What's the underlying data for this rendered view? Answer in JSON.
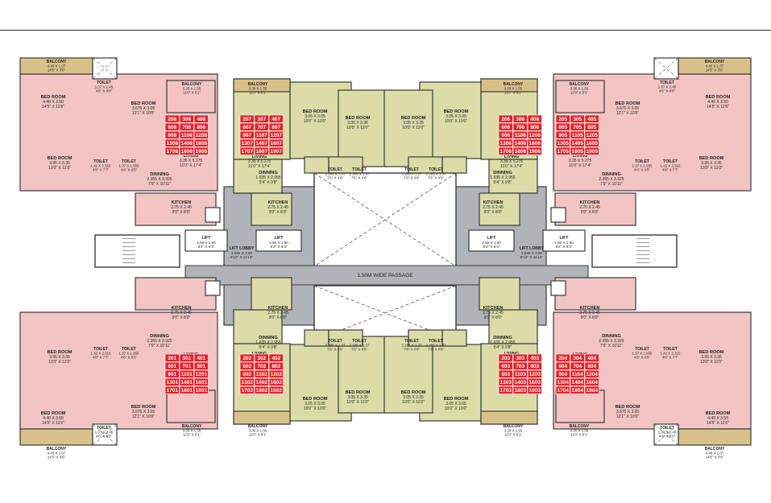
{
  "plan": {
    "passage_label": "1.50M WIDE PASSAGE",
    "colors": {
      "pink_flat": "#f2c4c4",
      "green_flat": "#dcdca8",
      "balcony": "#d9c28a",
      "core": "#b0b4b8",
      "wall": "#3a3a3a",
      "unit_box": "#e0262c"
    },
    "rooms": [
      {
        "id": "balcony-tl",
        "name": "BALCONY",
        "dims": "4.40 X 1.07",
        "imp": "14'5\" X 3'6\""
      },
      {
        "id": "bed-tl-1",
        "name": "BED ROOM",
        "dims": "4.40 X 3.50",
        "imp": "14'5\" X 11'6\""
      },
      {
        "id": "toilet-tl-1",
        "name": "TOILET",
        "dims": "1.37 X 2.45",
        "imp": "4'6\" X 8'0\""
      },
      {
        "id": "bed-tl-2",
        "name": "BED ROOM",
        "dims": "3.675 X 3.05",
        "imp": "12'1\" X 10'0\""
      },
      {
        "id": "balcony-tl-2",
        "name": "BALCONY",
        "dims": "3.35 X 1.55",
        "imp": "11'0\" X 5'1\""
      },
      {
        "id": "bed-tl-3",
        "name": "BED ROOM",
        "dims": "3.95 X 3.35",
        "imp": "13'0\" X 11'0\""
      },
      {
        "id": "toilet-tl-2",
        "name": "TOILET",
        "dims": "1.42 X 2.315",
        "imp": "4'8\" X 7'7\""
      },
      {
        "id": "toilet-tl-3",
        "name": "TOILET",
        "dims": "1.37 X 1.955",
        "imp": "4'6\" X 6'5\""
      },
      {
        "id": "living-tl",
        "name": "LIVING",
        "dims": "3.35 X 5.275",
        "imp": "11'0\" X 17'4\""
      },
      {
        "id": "dinning-tl",
        "name": "DINNING",
        "dims": "2.355 X 3.325",
        "imp": "7'9\" X 10'11\""
      },
      {
        "id": "kitchen-tl",
        "name": "KITCHEN",
        "dims": "2.75 X 2.45",
        "imp": "9'0\" X 8'0\""
      },
      {
        "id": "lift-1",
        "name": "LIFT",
        "dims": "2.50 X 1.90",
        "imp": "8'2\" X 6'3\""
      },
      {
        "id": "lobby-l",
        "name": "LIFT LOBBY",
        "dims": "2.695 X 3.60",
        "imp": "8'10\" X 11'10\""
      },
      {
        "id": "lift-2",
        "name": "LIFT",
        "dims": "2.50 X 1.90",
        "imp": "8'2\" X 6'3\""
      },
      {
        "id": "balcony-g1",
        "name": "BALCONY",
        "dims": "3.35 X 1.55",
        "imp": "11'0\" X 5'1\""
      },
      {
        "id": "living-g1",
        "name": "LIVING",
        "dims": "3.35 X 5.275",
        "imp": "11'0\" X 17'4\""
      },
      {
        "id": "dinning-g1",
        "name": "DINNING",
        "dims": "1.635 X 2.955",
        "imp": "5'4\" X 9'8\""
      },
      {
        "id": "kitchen-g1",
        "name": "KITCHEN",
        "dims": "2.75 X 2.45",
        "imp": "9'0\" X 8'0\""
      },
      {
        "id": "bed-g1",
        "name": "BED ROOM",
        "dims": "3.05 X 3.05",
        "imp": "10'0\" X 10'0\""
      },
      {
        "id": "bed-g2",
        "name": "BED ROOM",
        "dims": "3.05 X 3.35",
        "imp": "10'0\" X 11'0\""
      },
      {
        "id": "toilet-g1",
        "name": "TOILET",
        "dims": "2.285 X 1.37",
        "imp": "7'6\" X 4'6\""
      },
      {
        "id": "toilet-g2",
        "name": "TOILET",
        "dims": "2.285 X 1.37",
        "imp": "7'6\" X 4'6\""
      }
    ],
    "unit_blocks": [
      {
        "id": "ul-a",
        "rows": [
          [
            "208",
            "308",
            "408"
          ],
          [
            "608",
            "708",
            "808"
          ],
          [
            "908",
            "1108",
            "1208"
          ],
          [
            "1308",
            "1408",
            "1608"
          ],
          [
            "1708",
            "1808",
            "1908"
          ]
        ]
      },
      {
        "id": "ul-b",
        "rows": [
          [
            "207",
            "307",
            "407"
          ],
          [
            "607",
            "707",
            "807"
          ],
          [
            "907",
            "1107",
            "1207"
          ],
          [
            "1307",
            "1407",
            "1607"
          ],
          [
            "1707",
            "1807",
            "1907"
          ]
        ]
      },
      {
        "id": "ur-a",
        "rows": [
          [
            "206",
            "306",
            "406"
          ],
          [
            "606",
            "706",
            "806"
          ],
          [
            "906",
            "1106",
            "1206"
          ],
          [
            "1306",
            "1406",
            "1606"
          ],
          [
            "1706",
            "1806",
            "1906"
          ]
        ]
      },
      {
        "id": "ur-b",
        "rows": [
          [
            "205",
            "305",
            "405"
          ],
          [
            "605",
            "705",
            "805"
          ],
          [
            "905",
            "1105",
            "1205"
          ],
          [
            "1305",
            "1405",
            "1605"
          ],
          [
            "1705",
            "1805",
            "1905"
          ]
        ]
      },
      {
        "id": "ll-a",
        "rows": [
          [
            "201",
            "301",
            "401"
          ],
          [
            "601",
            "701",
            "801"
          ],
          [
            "901",
            "1101",
            "1201"
          ],
          [
            "1301",
            "1401",
            "1601"
          ],
          [
            "1701",
            "1801",
            "1901"
          ]
        ]
      },
      {
        "id": "ll-b",
        "rows": [
          [
            "202",
            "302",
            "402"
          ],
          [
            "602",
            "702",
            "802"
          ],
          [
            "902",
            "1102",
            "1202"
          ],
          [
            "1302",
            "1402",
            "1602"
          ],
          [
            "1702",
            "1802",
            "1902"
          ]
        ]
      },
      {
        "id": "lr-a",
        "rows": [
          [
            "203",
            "303",
            "403"
          ],
          [
            "603",
            "703",
            "803"
          ],
          [
            "903",
            "1103",
            "1203"
          ],
          [
            "1303",
            "1403",
            "1603"
          ],
          [
            "1703",
            "1803",
            "1903"
          ]
        ]
      },
      {
        "id": "lr-b",
        "rows": [
          [
            "204",
            "304",
            "404"
          ],
          [
            "604",
            "704",
            "804"
          ],
          [
            "904",
            "1104",
            "1204"
          ],
          [
            "1304",
            "1404",
            "1604"
          ],
          [
            "1704",
            "1804",
            "1904"
          ]
        ]
      }
    ]
  }
}
